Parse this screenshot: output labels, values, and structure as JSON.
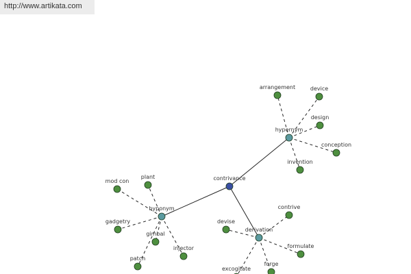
{
  "header": {
    "url": "http://www.artikata.com"
  },
  "colors": {
    "root": "#3a4fa3",
    "hub": "#5b9aa0",
    "leaf": "#4e8f3f"
  },
  "graph": {
    "root": {
      "id": "contrivance",
      "label": "contrivance"
    },
    "hubs": [
      {
        "id": "hypernym",
        "label": "hypernym"
      },
      {
        "id": "hyponym",
        "label": "hyponym"
      },
      {
        "id": "derivation",
        "label": "derivation"
      }
    ],
    "leaves": [
      {
        "id": "arrangement",
        "label": "arrangement",
        "hub": "hypernym"
      },
      {
        "id": "device",
        "label": "device",
        "hub": "hypernym"
      },
      {
        "id": "design",
        "label": "design",
        "hub": "hypernym"
      },
      {
        "id": "conception",
        "label": "conception",
        "hub": "hypernym"
      },
      {
        "id": "invention",
        "label": "invention",
        "hub": "hypernym"
      },
      {
        "id": "mod-con",
        "label": "mod con",
        "hub": "hyponym"
      },
      {
        "id": "plant",
        "label": "plant",
        "hub": "hyponym"
      },
      {
        "id": "gadgetry",
        "label": "gadgetry",
        "hub": "hyponym"
      },
      {
        "id": "gimbal",
        "label": "gimbal",
        "hub": "hyponym"
      },
      {
        "id": "injector",
        "label": "injector",
        "hub": "hyponym"
      },
      {
        "id": "patch",
        "label": "patch",
        "hub": "hyponym"
      },
      {
        "id": "devise",
        "label": "devise",
        "hub": "derivation"
      },
      {
        "id": "contrive",
        "label": "contrive",
        "hub": "derivation"
      },
      {
        "id": "formulate",
        "label": "formulate",
        "hub": "derivation"
      },
      {
        "id": "forge",
        "label": "forge",
        "hub": "derivation"
      },
      {
        "id": "excogitate",
        "label": "excogitate",
        "hub": "derivation"
      }
    ]
  }
}
